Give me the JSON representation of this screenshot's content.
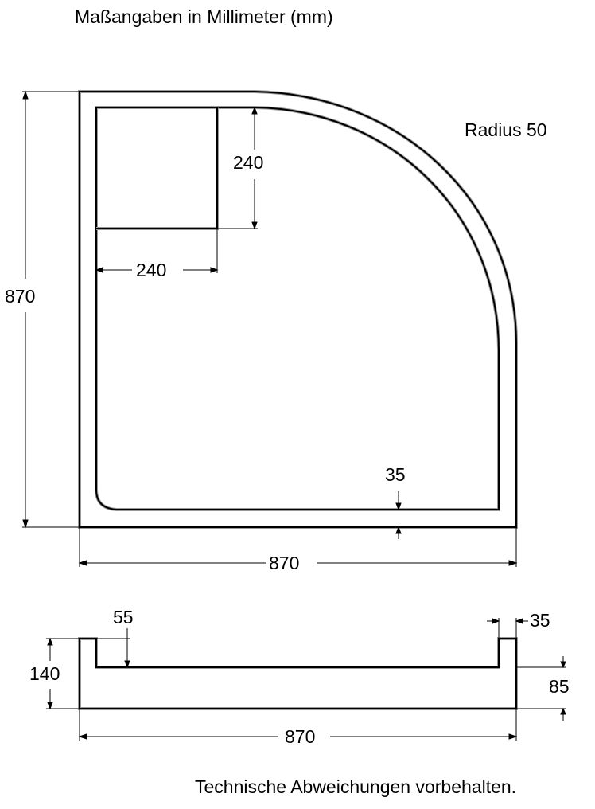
{
  "title": "Maßangaben in Millimeter (mm)",
  "footer": "Technische Abweichungen vorbehalten.",
  "top_view": {
    "radius_label": "Radius 50",
    "height_label": "870",
    "width_label": "870",
    "recess_width_label": "240",
    "recess_height_label": "240",
    "rim_width_label": "35"
  },
  "side_view": {
    "total_height_label": "140",
    "rim_height_label": "55",
    "rim_width_label": "35",
    "base_height_label": "85",
    "width_label": "870"
  },
  "colors": {
    "line": "#000000",
    "shadow": "#9a9a9a",
    "background": "#ffffff"
  }
}
